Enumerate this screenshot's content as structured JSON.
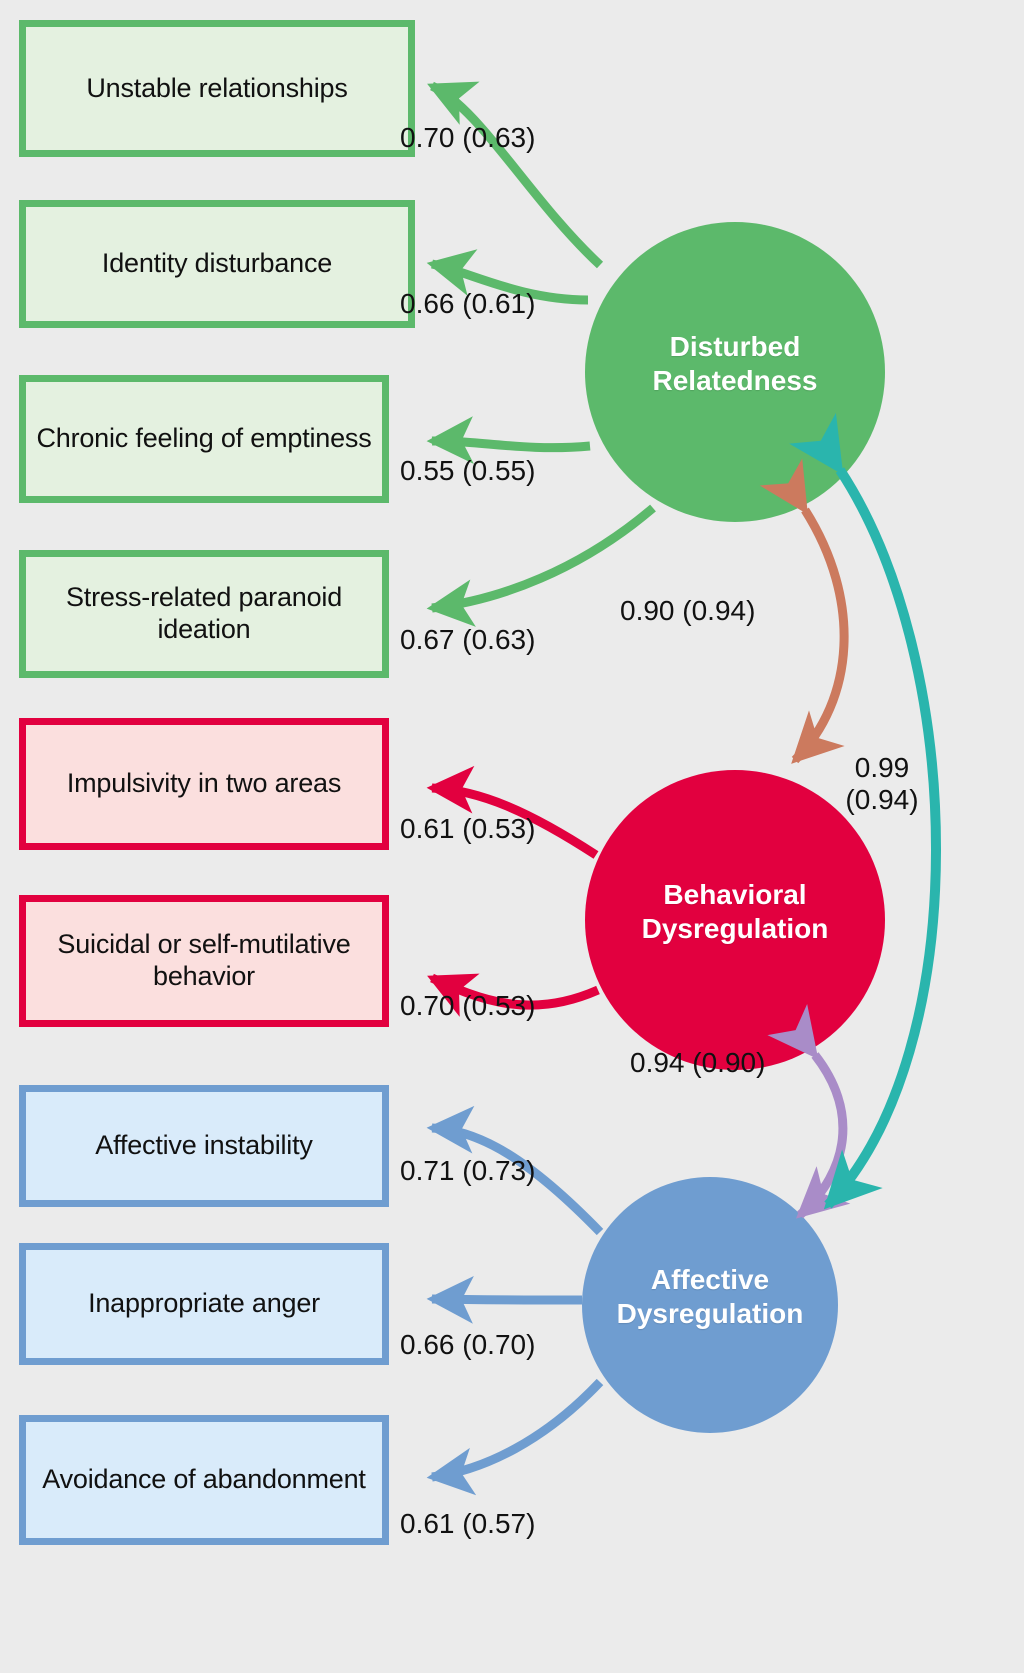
{
  "figure": {
    "type": "sem-path-diagram",
    "background_color": "#ebebeb",
    "palette": {
      "green": "#5cb96b",
      "green_fill": "#e4f1e0",
      "red": "#e2003f",
      "red_fill": "#fbdfde",
      "blue": "#6f9dd0",
      "blue_fill": "#d9ebfa",
      "salmon": "#cc7a5e",
      "teal": "#2ab5ad",
      "purple": "#a98cc8"
    }
  },
  "factors": [
    {
      "id": "disturbed-relatedness",
      "label": "Disturbed\nRelatedness",
      "color": "#5cb96b"
    },
    {
      "id": "behavioral-dysregulation",
      "label": "Behavioral\nDysregulation",
      "color": "#e2003f"
    },
    {
      "id": "affective-dysregulation",
      "label": "Affective\nDysregulation",
      "color": "#6f9dd0"
    }
  ],
  "indicators": [
    {
      "id": "unstable-relationships",
      "label": "Unstable relationships",
      "group": "green",
      "loading": "0.70 (0.63)"
    },
    {
      "id": "identity-disturbance",
      "label": "Identity disturbance",
      "group": "green",
      "loading": "0.66 (0.61)"
    },
    {
      "id": "chronic-emptiness",
      "label": "Chronic feeling of\nemptiness",
      "group": "green",
      "loading": "0.55 (0.55)"
    },
    {
      "id": "paranoid-ideation",
      "label": "Stress-related\nparanoid ideation",
      "group": "green",
      "loading": "0.67 (0.63)"
    },
    {
      "id": "impulsivity",
      "label": "Impulsivity in\ntwo areas",
      "group": "red",
      "loading": "0.61 (0.53)"
    },
    {
      "id": "suicidal-self-mutilative",
      "label": "Suicidal or\nself-mutilative\nbehavior",
      "group": "red",
      "loading": "0.70 (0.53)"
    },
    {
      "id": "affective-instability",
      "label": "Affective instability",
      "group": "blue",
      "loading": "0.71 (0.73)"
    },
    {
      "id": "inappropriate-anger",
      "label": "Inappropriate anger",
      "group": "blue",
      "loading": "0.66 (0.70)"
    },
    {
      "id": "avoidance-abandonment",
      "label": "Avoidance of\nabandonment",
      "group": "blue",
      "loading": "0.61 (0.57)"
    }
  ],
  "correlations": [
    {
      "id": "dr-bd",
      "from": "disturbed-relatedness",
      "to": "behavioral-dysregulation",
      "value": "0.90 (0.94)",
      "color": "#cc7a5e"
    },
    {
      "id": "bd-ad",
      "from": "behavioral-dysregulation",
      "to": "affective-dysregulation",
      "value": "0.94 (0.90)",
      "color": "#a98cc8"
    },
    {
      "id": "dr-ad",
      "from": "disturbed-relatedness",
      "to": "affective-dysregulation",
      "value": "0.99\n(0.94)",
      "color": "#2ab5ad"
    }
  ],
  "chart_data": {
    "type": "diagram",
    "title": "",
    "nodes": [
      {
        "name": "Disturbed Relatedness",
        "kind": "latent"
      },
      {
        "name": "Behavioral Dysregulation",
        "kind": "latent"
      },
      {
        "name": "Affective Dysregulation",
        "kind": "latent"
      },
      {
        "name": "Unstable relationships",
        "kind": "observed"
      },
      {
        "name": "Identity disturbance",
        "kind": "observed"
      },
      {
        "name": "Chronic feeling of emptiness",
        "kind": "observed"
      },
      {
        "name": "Stress-related paranoid ideation",
        "kind": "observed"
      },
      {
        "name": "Impulsivity in two areas",
        "kind": "observed"
      },
      {
        "name": "Suicidal or self-mutilative behavior",
        "kind": "observed"
      },
      {
        "name": "Affective instability",
        "kind": "observed"
      },
      {
        "name": "Inappropriate anger",
        "kind": "observed"
      },
      {
        "name": "Avoidance of abandonment",
        "kind": "observed"
      }
    ],
    "edges": [
      {
        "from": "Disturbed Relatedness",
        "to": "Unstable relationships",
        "label": "0.70 (0.63)",
        "estimate": 0.7,
        "alt_estimate": 0.63,
        "kind": "loading"
      },
      {
        "from": "Disturbed Relatedness",
        "to": "Identity disturbance",
        "label": "0.66 (0.61)",
        "estimate": 0.66,
        "alt_estimate": 0.61,
        "kind": "loading"
      },
      {
        "from": "Disturbed Relatedness",
        "to": "Chronic feeling of emptiness",
        "label": "0.55 (0.55)",
        "estimate": 0.55,
        "alt_estimate": 0.55,
        "kind": "loading"
      },
      {
        "from": "Disturbed Relatedness",
        "to": "Stress-related paranoid ideation",
        "label": "0.67 (0.63)",
        "estimate": 0.67,
        "alt_estimate": 0.63,
        "kind": "loading"
      },
      {
        "from": "Behavioral Dysregulation",
        "to": "Impulsivity in two areas",
        "label": "0.61 (0.53)",
        "estimate": 0.61,
        "alt_estimate": 0.53,
        "kind": "loading"
      },
      {
        "from": "Behavioral Dysregulation",
        "to": "Suicidal or self-mutilative behavior",
        "label": "0.70 (0.53)",
        "estimate": 0.7,
        "alt_estimate": 0.53,
        "kind": "loading"
      },
      {
        "from": "Affective Dysregulation",
        "to": "Affective instability",
        "label": "0.71 (0.73)",
        "estimate": 0.71,
        "alt_estimate": 0.73,
        "kind": "loading"
      },
      {
        "from": "Affective Dysregulation",
        "to": "Inappropriate anger",
        "label": "0.66 (0.70)",
        "estimate": 0.66,
        "alt_estimate": 0.7,
        "kind": "loading"
      },
      {
        "from": "Affective Dysregulation",
        "to": "Avoidance of abandonment",
        "label": "0.61 (0.57)",
        "estimate": 0.61,
        "alt_estimate": 0.57,
        "kind": "loading"
      },
      {
        "from": "Disturbed Relatedness",
        "to": "Behavioral Dysregulation",
        "label": "0.90 (0.94)",
        "estimate": 0.9,
        "alt_estimate": 0.94,
        "kind": "correlation"
      },
      {
        "from": "Behavioral Dysregulation",
        "to": "Affective Dysregulation",
        "label": "0.94 (0.90)",
        "estimate": 0.94,
        "alt_estimate": 0.9,
        "kind": "correlation"
      },
      {
        "from": "Disturbed Relatedness",
        "to": "Affective Dysregulation",
        "label": "0.99 (0.94)",
        "estimate": 0.99,
        "alt_estimate": 0.94,
        "kind": "correlation"
      }
    ]
  }
}
